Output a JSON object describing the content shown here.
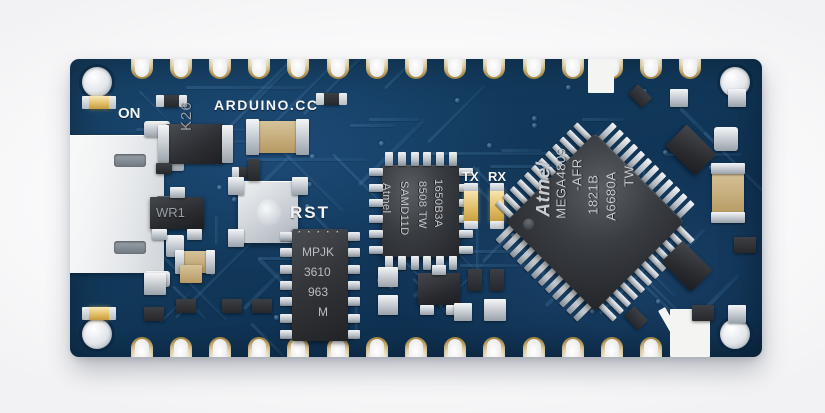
{
  "scene": {
    "subject": "Arduino Nano Every development board, top view product photo",
    "background_color": "#fdfdfd",
    "pcb_color": "#123a5c",
    "pad_gold": "#cbb073",
    "silkscreen_color": "#f2f4f6"
  },
  "board": {
    "brand_text": "ARDUINO.CC",
    "power_led_label": "ON",
    "reset_label": "RST",
    "tx_label": "TX",
    "rx_label": "RX"
  },
  "chips": [
    {
      "id": "mcu-main",
      "package": "TQFP-48",
      "line1": "Atmel",
      "line2": "MEGA4809",
      "line3": "-AFR",
      "line4": "1821B",
      "line5": "A6680A",
      "line6": "TW"
    },
    {
      "id": "mcu-usb",
      "package": "QFN-24",
      "line1": "Atmel",
      "line2": "SAMD11D",
      "line3": "8508 TW",
      "line4": "1650B3A"
    },
    {
      "id": "soic-regulator",
      "package": "SOIC-14",
      "line1": "MPJK",
      "line2": "3610",
      "line3": "963",
      "line4": "M"
    }
  ],
  "markings": [
    {
      "id": "diode-k26",
      "text": "K26"
    },
    {
      "id": "transistor-wr1",
      "text": "WR1"
    }
  ],
  "edge_connectors": {
    "top_pad_count": 15,
    "bottom_pad_count": 15,
    "mounting_hole_count": 4,
    "plating": "gold"
  },
  "connectors": [
    {
      "id": "usb-micro-b",
      "type": "Micro USB-B",
      "position": "left-edge"
    }
  ]
}
